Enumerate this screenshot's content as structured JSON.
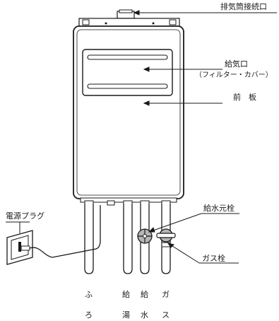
{
  "labels": {
    "exhaust_connector": "排気筒接続口",
    "air_intake": "給気口",
    "air_intake_sub": "（フィルター・カバー）",
    "front_panel": "前　板",
    "water_valve": "給水元栓",
    "gas_valve": "ガス栓",
    "power_plug": "電源プラグ"
  },
  "pipes": {
    "bath": [
      "ふ",
      "ろ"
    ],
    "hot_water": [
      "給",
      "湯"
    ],
    "cold_water": [
      "給",
      "水"
    ],
    "gas": [
      "ガ",
      "ス"
    ]
  },
  "colors": {
    "line": "#1a1a1a",
    "body_fill": "#ffffff",
    "valve_fill": "#b5b5b5"
  }
}
